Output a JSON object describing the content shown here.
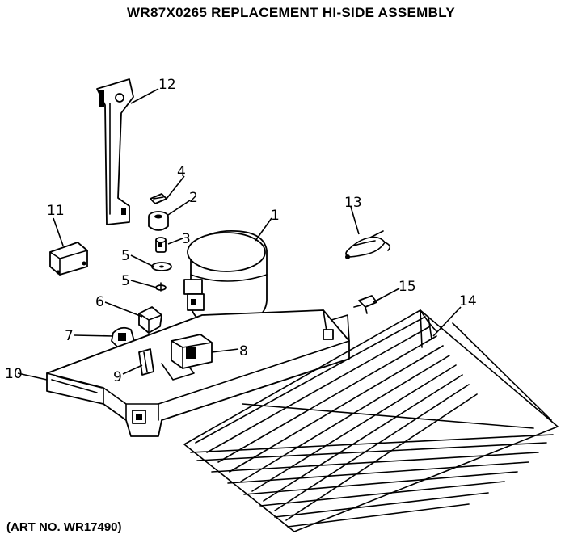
{
  "title": "WR87X0265 REPLACEMENT HI-SIDE ASSEMBLY",
  "art_no": "(ART NO. WR17490)",
  "callouts": [
    "1",
    "2",
    "3",
    "4",
    "5",
    "5",
    "6",
    "7",
    "8",
    "9",
    "10",
    "11",
    "12",
    "13",
    "14",
    "15"
  ],
  "parts": [
    "compressor",
    "grommet",
    "sleeve",
    "clip",
    "washer",
    "washer",
    "cover",
    "relay",
    "overload",
    "bracket",
    "base-tray",
    "capacitor",
    "mounting-bracket",
    "cord",
    "condenser",
    "clamp"
  ]
}
